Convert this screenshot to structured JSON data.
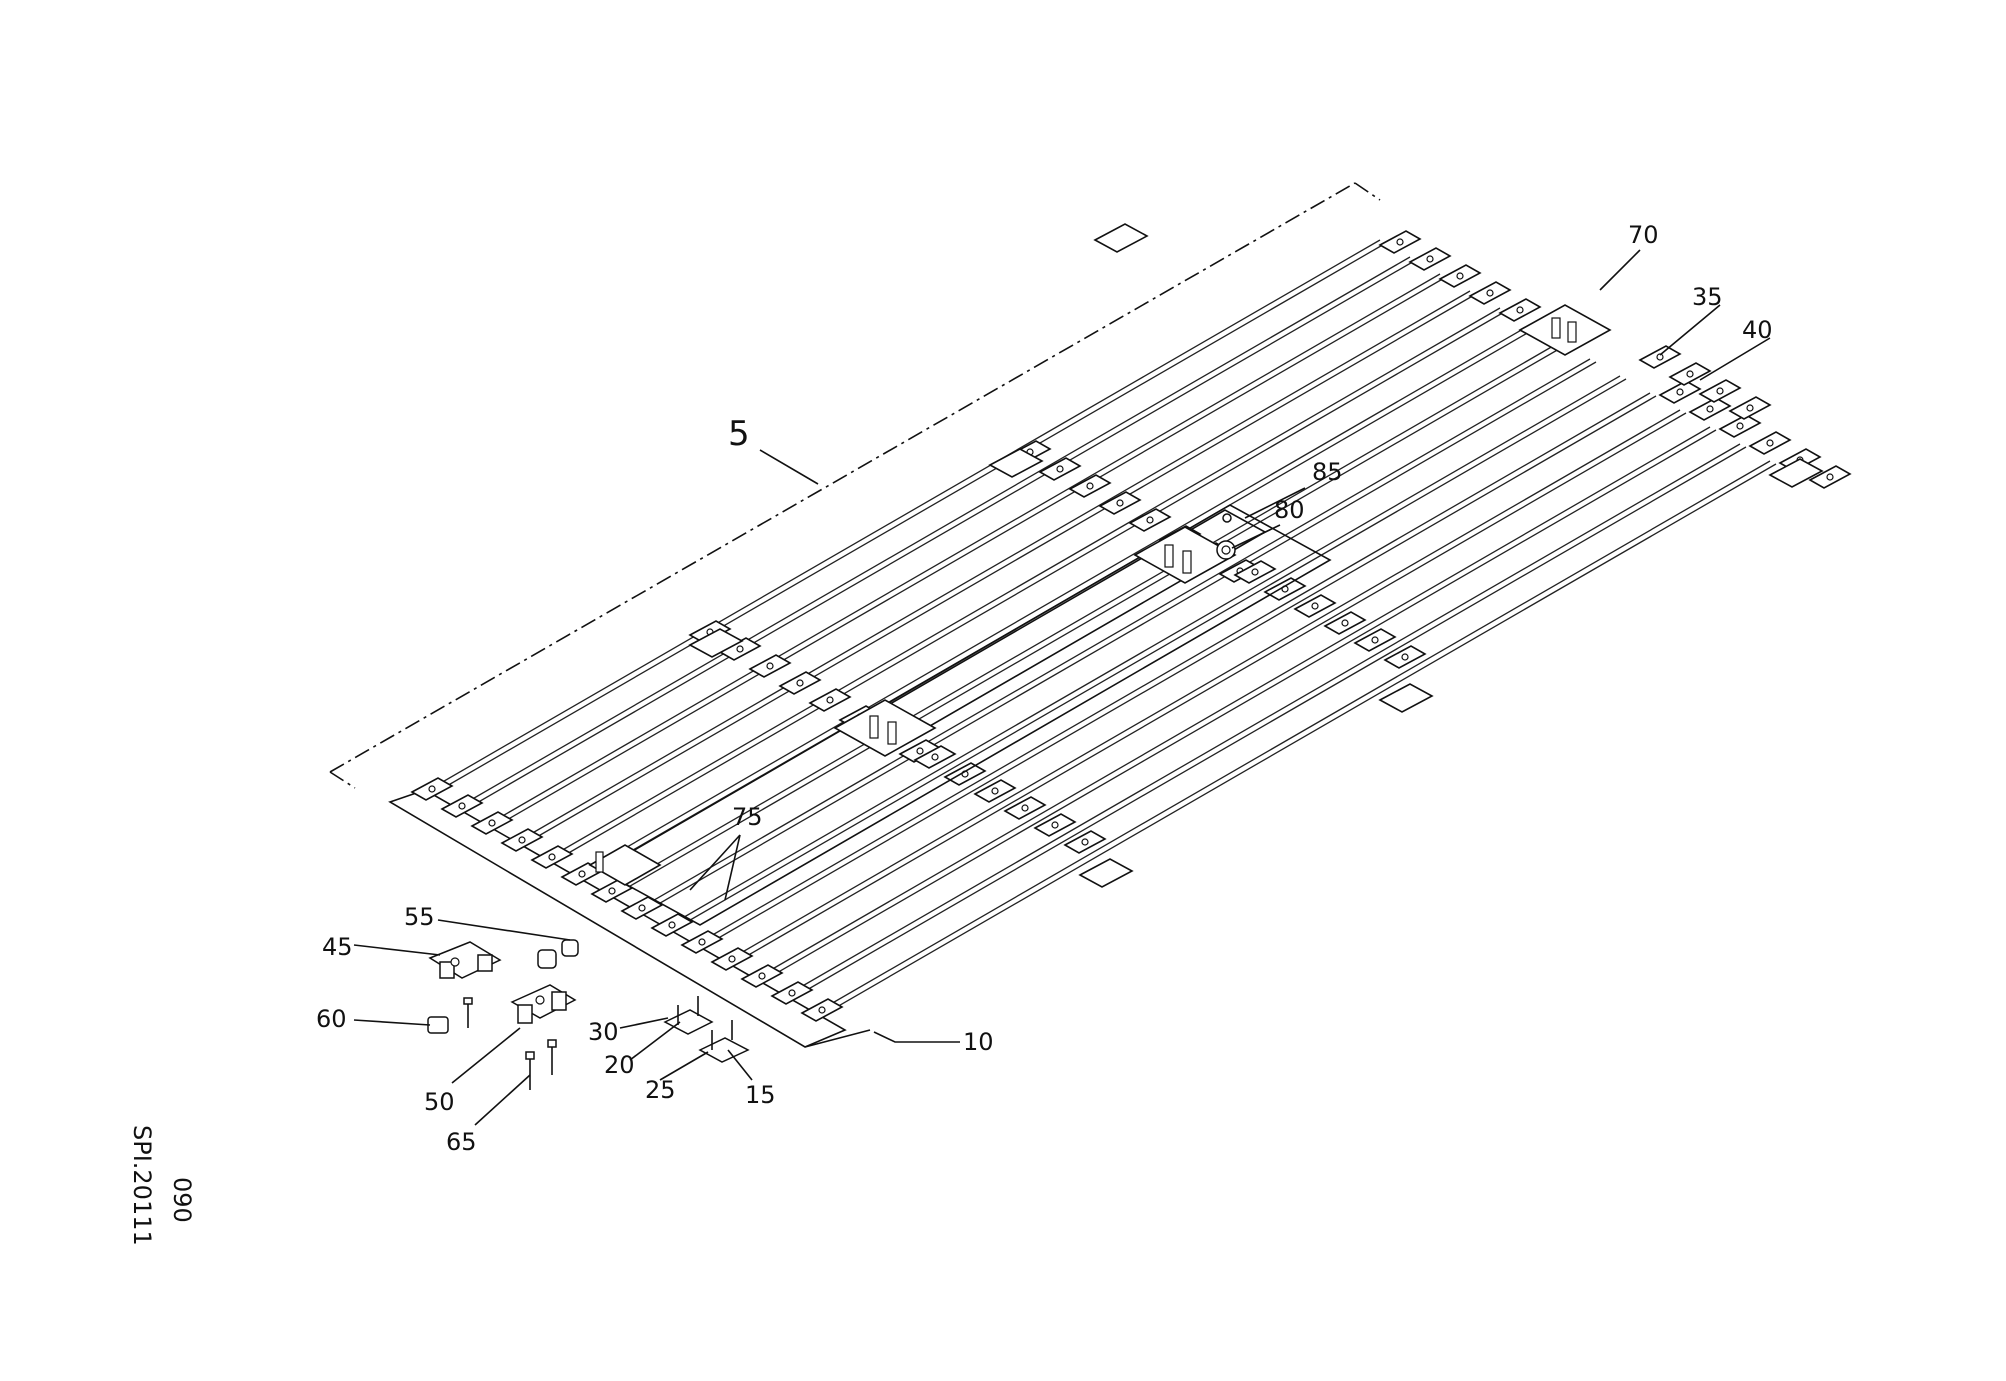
{
  "figure_ref": {
    "code": "SPI.20111",
    "page": "090"
  },
  "assembly_label": "5",
  "callouts": [
    {
      "id": "c5",
      "label": "5"
    },
    {
      "id": "c10",
      "label": "10"
    },
    {
      "id": "c15",
      "label": "15"
    },
    {
      "id": "c20",
      "label": "20"
    },
    {
      "id": "c25",
      "label": "25"
    },
    {
      "id": "c30",
      "label": "30"
    },
    {
      "id": "c35",
      "label": "35"
    },
    {
      "id": "c40",
      "label": "40"
    },
    {
      "id": "c45",
      "label": "45"
    },
    {
      "id": "c50",
      "label": "50"
    },
    {
      "id": "c55",
      "label": "55"
    },
    {
      "id": "c60",
      "label": "60"
    },
    {
      "id": "c65",
      "label": "65"
    },
    {
      "id": "c70",
      "label": "70"
    },
    {
      "id": "c75",
      "label": "75"
    },
    {
      "id": "c80",
      "label": "80"
    },
    {
      "id": "c85",
      "label": "85"
    }
  ]
}
